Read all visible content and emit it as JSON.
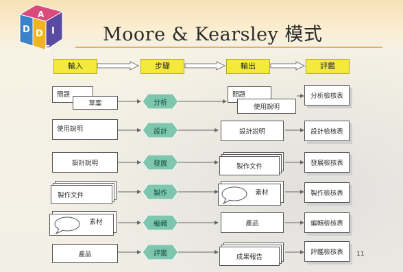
{
  "title": "Moore & Kearsley 模式",
  "logo_letters": [
    "A",
    "D",
    "D",
    "I",
    "E"
  ],
  "headers": {
    "input": "輸入",
    "steps": "步驟",
    "output": "輸出",
    "evaluation": "評鑑"
  },
  "rows": [
    {
      "inputs": [
        "問題",
        "草案"
      ],
      "step": "分析",
      "outputs": [
        "問題",
        "使用說明"
      ],
      "eval": "分析檢核表"
    },
    {
      "inputs": [
        "使用說明"
      ],
      "step": "設計",
      "outputs": [
        "設計說明"
      ],
      "eval": "設計檢核表"
    },
    {
      "inputs": [
        "設計說明"
      ],
      "step": "發展",
      "outputs": [
        "製作文件"
      ],
      "eval": "發展檢核表"
    },
    {
      "inputs": [
        "製作文件"
      ],
      "step": "製作",
      "outputs": [
        "素材"
      ],
      "eval": "製作檢核表"
    },
    {
      "inputs": [
        "素材"
      ],
      "step": "編輯",
      "outputs": [
        "產品"
      ],
      "eval": "編輯檢核表"
    },
    {
      "inputs": [
        "產品"
      ],
      "step": "評鑑",
      "outputs": [
        "成果報告"
      ],
      "eval": "評鑑檢核表"
    }
  ],
  "page_number": "11",
  "colors": {
    "header_fill": "#f3ea3c",
    "step_fill": "#7fc6ae",
    "title_band": "#f8e2b7"
  }
}
